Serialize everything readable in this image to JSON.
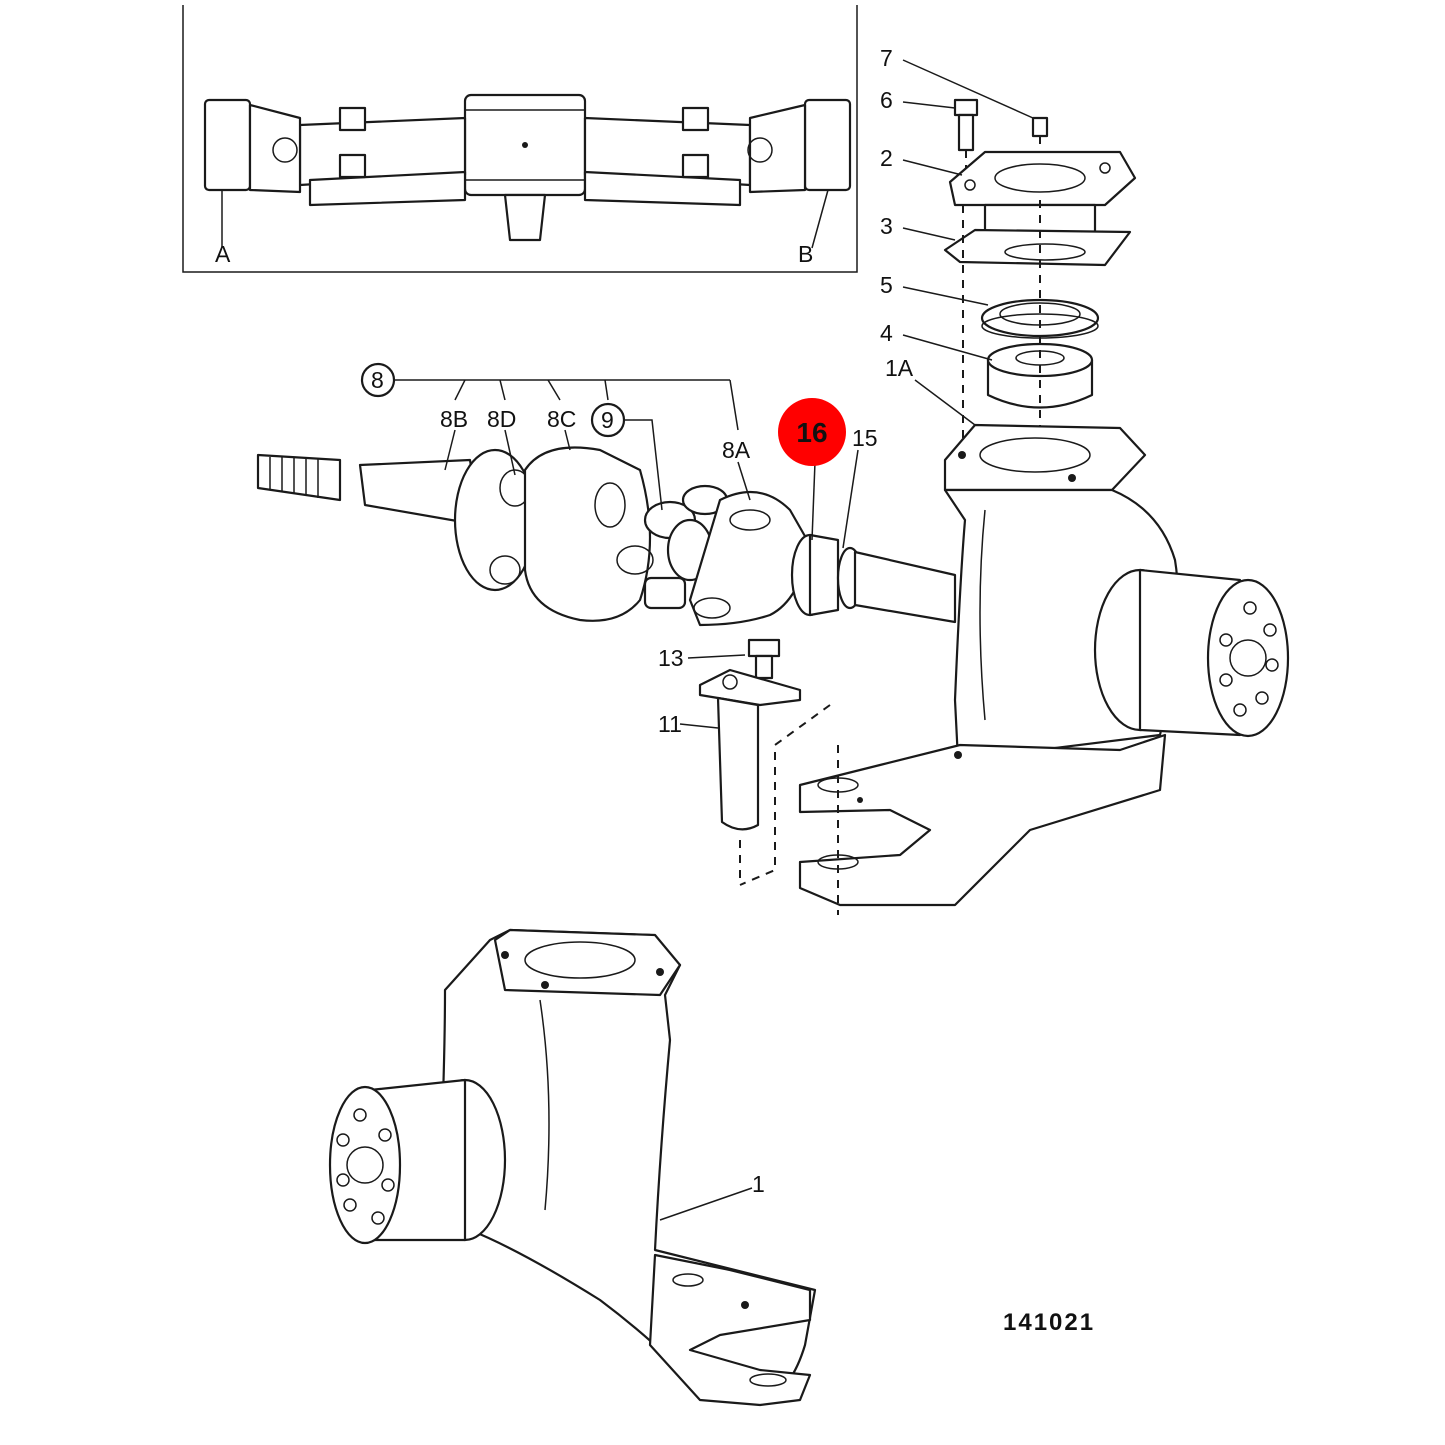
{
  "inset": {
    "left_label": "A",
    "right_label": "B"
  },
  "labels": {
    "l7": "7",
    "l6": "6",
    "l2": "2",
    "l3": "3",
    "l5": "5",
    "l4": "4",
    "l1a": "1A",
    "l8": "8",
    "l8b": "8B",
    "l8d": "8D",
    "l8c": "8C",
    "l9": "9",
    "l8a": "8A",
    "l15": "15",
    "l13": "13",
    "l11": "11",
    "l1": "1"
  },
  "highlight": {
    "label": "16",
    "color": "#ff0000",
    "text_color": "#ffffff"
  },
  "reference_number": "141021"
}
